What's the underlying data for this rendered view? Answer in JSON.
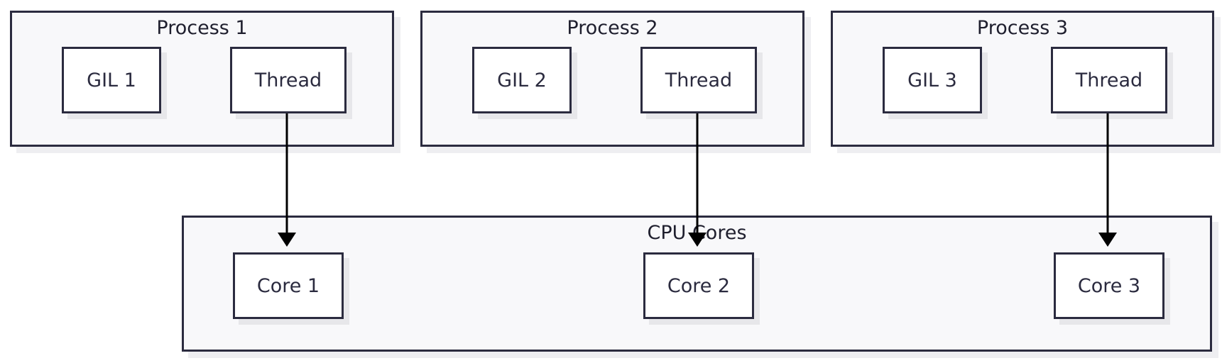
{
  "colors": {
    "border": "#2b2b3f",
    "group_fill": "#f8f8fa",
    "node_fill": "#ffffff",
    "edge": "#000000"
  },
  "processes": [
    {
      "title": "Process 1",
      "gil": "GIL 1",
      "thread": "Thread"
    },
    {
      "title": "Process 2",
      "gil": "GIL 2",
      "thread": "Thread"
    },
    {
      "title": "Process 3",
      "gil": "GIL 3",
      "thread": "Thread"
    }
  ],
  "cpu": {
    "title": "CPU Cores",
    "cores": [
      "Core 1",
      "Core 2",
      "Core 3"
    ]
  },
  "edges": [
    {
      "from": "Process 1 / Thread",
      "to": "Core 1"
    },
    {
      "from": "Process 2 / Thread",
      "to": "Core 2"
    },
    {
      "from": "Process 3 / Thread",
      "to": "Core 3"
    }
  ]
}
